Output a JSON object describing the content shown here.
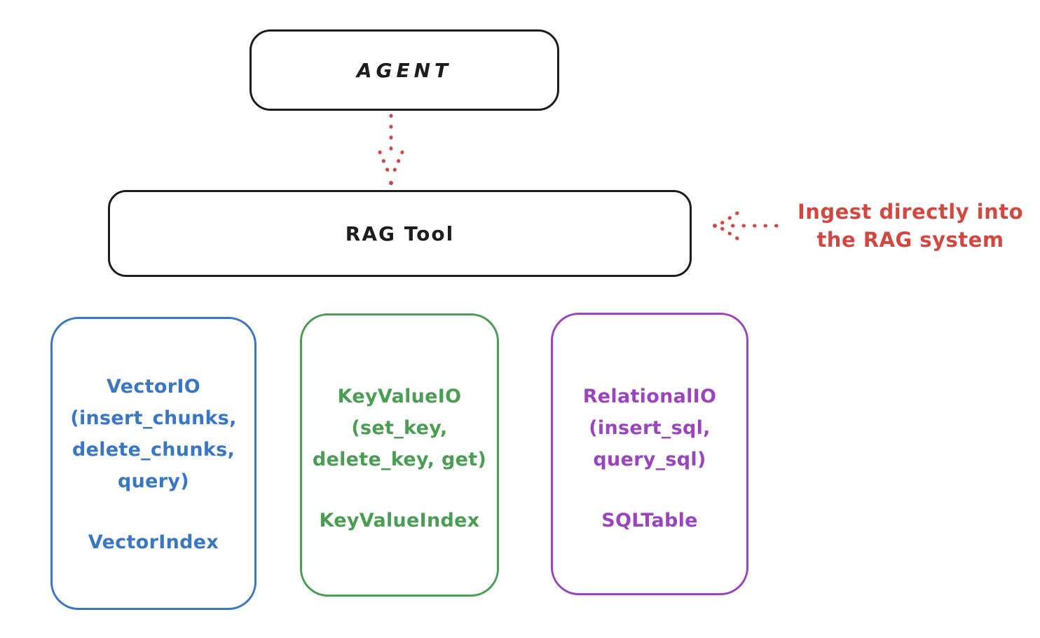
{
  "diagram": {
    "agent": {
      "label": "AGENT"
    },
    "rag_tool": {
      "label": "RAG Tool"
    },
    "annotation": {
      "text": "Ingest directly into\nthe RAG system",
      "color": "#d14841"
    },
    "arrows": [
      {
        "name": "agent-to-rag-tool",
        "style": "dotted",
        "direction": "down",
        "color": "#d14841"
      },
      {
        "name": "annotation-to-rag-tool",
        "style": "dotted",
        "direction": "left",
        "color": "#d14841"
      }
    ],
    "cards": [
      {
        "id": "vector",
        "color": "#3976c4",
        "io_block": "VectorIO\n(insert_chunks,\ndelete_chunks,\nquery)",
        "index_label": "VectorIndex"
      },
      {
        "id": "keyvalue",
        "color": "#4a9d52",
        "io_block": "KeyValueIO\n(set_key,\ndelete_key, get)",
        "index_label": "KeyValueIndex"
      },
      {
        "id": "relational",
        "color": "#9b44bf",
        "io_block": "RelationalIO\n(insert_sql,\nquery_sql)",
        "index_label": "SQLTable"
      }
    ],
    "colors": {
      "ink": "#1d1d1d",
      "red": "#d14841",
      "blue": "#3976c4",
      "green": "#4a9d52",
      "purple": "#9b44bf",
      "background": "#ffffff"
    }
  }
}
